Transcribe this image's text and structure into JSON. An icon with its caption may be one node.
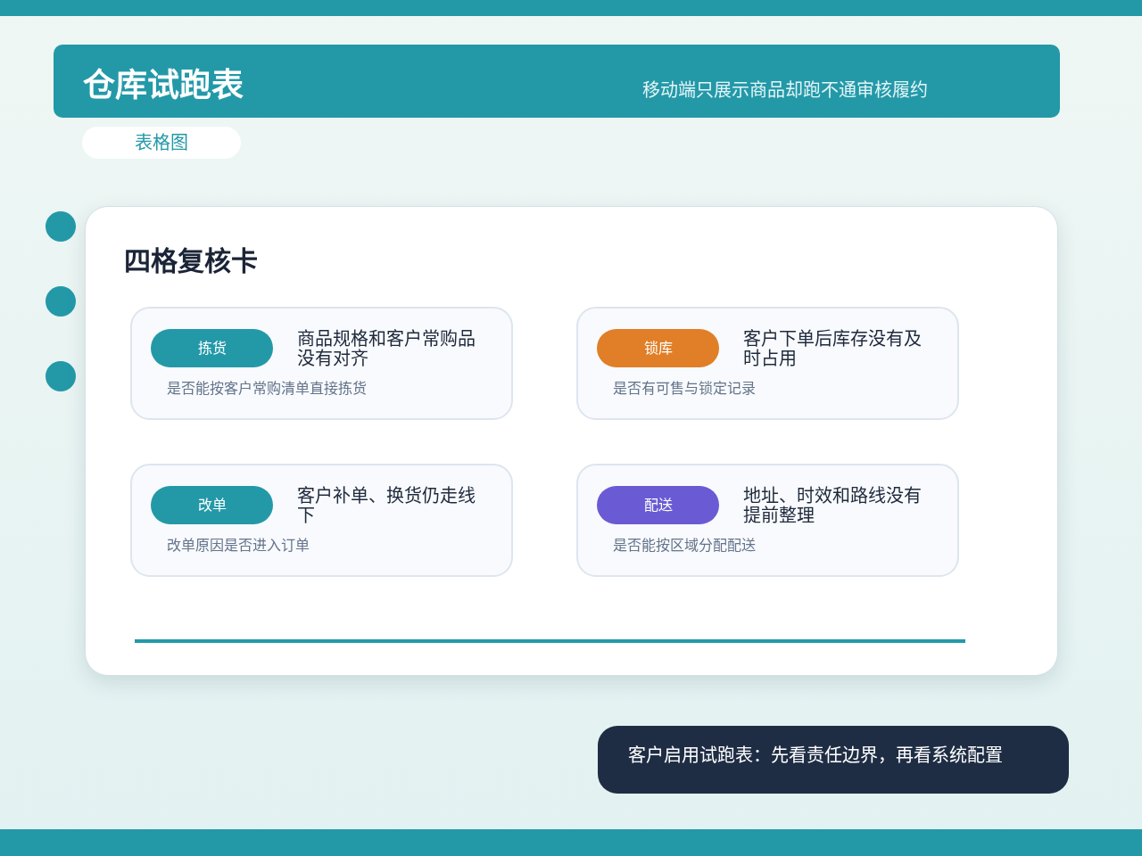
{
  "diagram": {
    "title": "仓库试跑表",
    "nodes": [
      {
        "text": [
          "表格图"
        ]
      },
      {
        "text": [
          "四格复核卡"
        ]
      },
      {
        "text": [
          "商品规格和客户常购品没有对齐",
          "是否能按客户常购清单直接拣货"
        ],
        "in": 1
      },
      {
        "text": [
          "拣货"
        ],
        "in": 2
      },
      {
        "text": [
          "客户下单后库存没有及时占用",
          "是否有可售与锁定记录"
        ],
        "in": 1
      },
      {
        "text": [
          "锁库"
        ],
        "in": 4
      },
      {
        "text": [
          "客户补单、换货仍走线下",
          "改单原因是否进入订单"
        ],
        "in": 1
      },
      {
        "text": [
          "改单"
        ],
        "in": 6
      },
      {
        "text": [
          "地址、时效和路线没有提前整理",
          "是否能按区域分配配送"
        ],
        "in": 1
      },
      {
        "text": [
          "配送"
        ],
        "in": 8
      },
      {
        "text": [
          "客户启用试跑表：先看责任边界，再看系统配置"
        ]
      }
    ],
    "labels": [
      "移动端只展示商品却跑不通审核履约"
    ]
  }
}
